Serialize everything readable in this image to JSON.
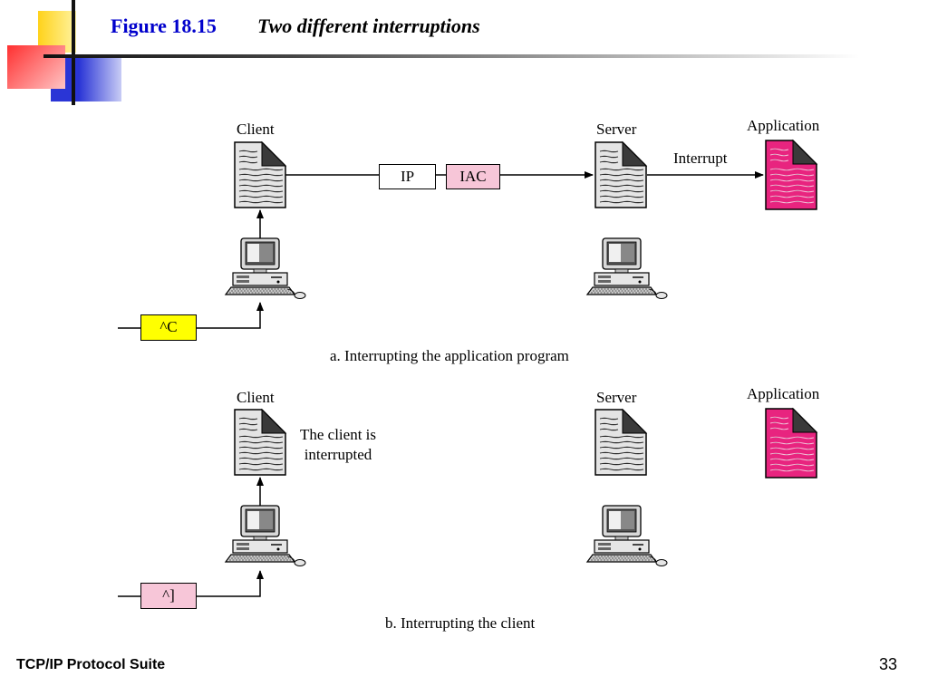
{
  "slide": {
    "figure_label": "Figure 18.15",
    "figure_caption": "Two different interruptions",
    "footer": "TCP/IP Protocol Suite",
    "page_number": "33"
  },
  "part_a": {
    "client_label": "Client",
    "server_label": "Server",
    "application_label": "Application",
    "ip_box": "IP",
    "iac_box": "IAC",
    "interrupt_label": "Interrupt",
    "key_box": "^C",
    "caption": "a. Interrupting the application program"
  },
  "part_b": {
    "client_label": "Client",
    "server_label": "Server",
    "application_label": "Application",
    "note_line1": "The client is",
    "note_line2": "interrupted",
    "key_box": "^]",
    "caption": "b. Interrupting the client"
  },
  "colors": {
    "accent_yellow": "#ffd700",
    "accent_red": "#ff3b3b",
    "accent_blue": "#2a35d6",
    "application_pink": "#e8247f",
    "iac_pink": "#f7c6d8",
    "key_c_yellow": "#ffff00",
    "key_bracket_pink": "#f7c6d8",
    "title_blue": "#0000cc"
  },
  "icons": [
    "document-icon",
    "computer-icon",
    "arrow-icon"
  ]
}
